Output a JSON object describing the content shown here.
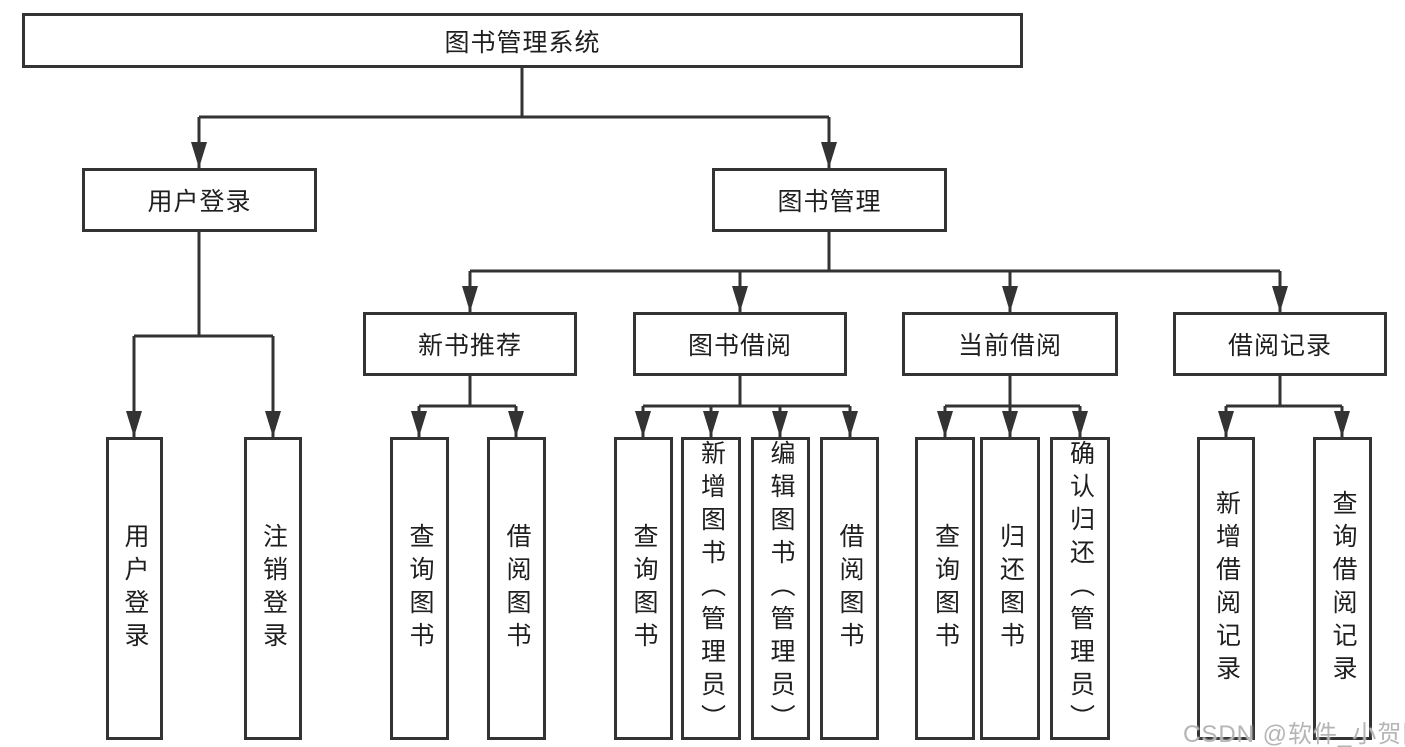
{
  "colors": {
    "line": "#333333",
    "text": "#1f1f1f",
    "box_fill": "#ffffff",
    "watermark": "#b5b5b5"
  },
  "watermark": {
    "text": "CSDN @软件_小贺同学"
  },
  "tree": {
    "root": {
      "label": "图书管理系统",
      "children": [
        {
          "label": "用户登录",
          "children": [
            {
              "label": "用户登录"
            },
            {
              "label": "注销登录"
            }
          ]
        },
        {
          "label": "图书管理",
          "children": [
            {
              "label": "新书推荐",
              "children": [
                {
                  "label": "查询图书"
                },
                {
                  "label": "借阅图书"
                }
              ]
            },
            {
              "label": "图书借阅",
              "children": [
                {
                  "label": "查询图书"
                },
                {
                  "label": "新增图书（管理员）"
                },
                {
                  "label": "编辑图书（管理员）"
                },
                {
                  "label": "借阅图书"
                }
              ]
            },
            {
              "label": "当前借阅",
              "children": [
                {
                  "label": "查询图书"
                },
                {
                  "label": "归还图书"
                },
                {
                  "label": "确认归还（管理员）"
                }
              ]
            },
            {
              "label": "借阅记录",
              "children": [
                {
                  "label": "新增借阅记录"
                },
                {
                  "label": "查询借阅记录"
                }
              ]
            }
          ]
        }
      ]
    }
  }
}
